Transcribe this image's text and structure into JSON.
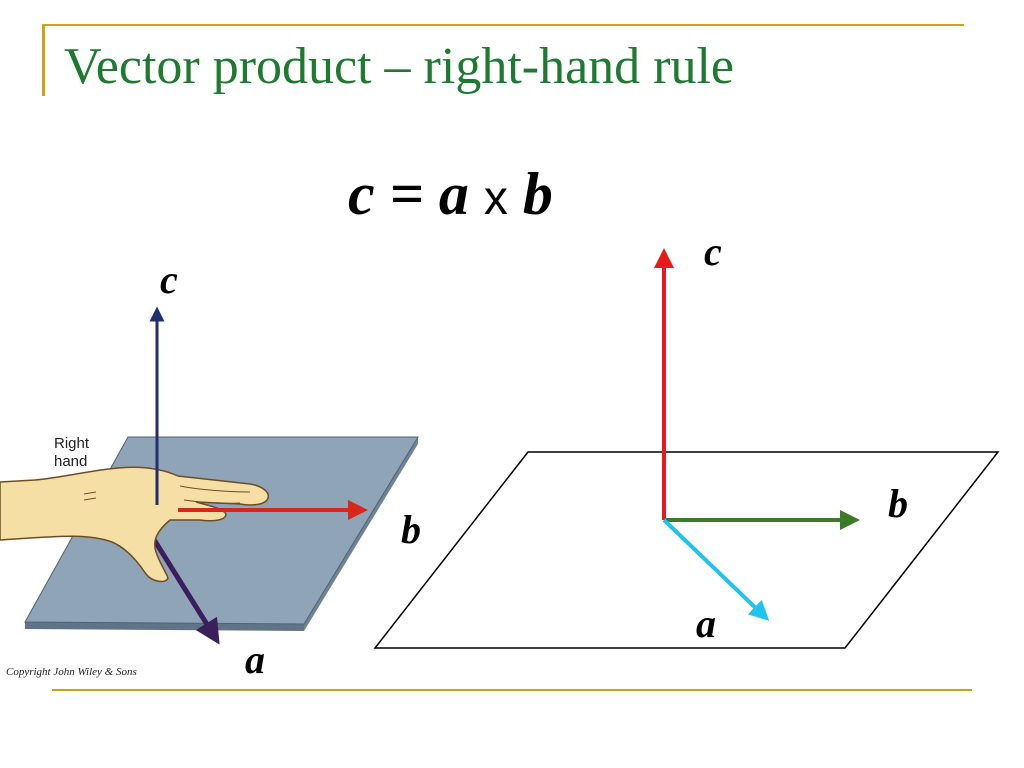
{
  "slide": {
    "title": "Vector product – right-hand rule",
    "equation": {
      "result": "c",
      "equals": "=",
      "left": "a",
      "operator": "x",
      "right": "b"
    },
    "copyright": "Copyright John Wiley & Sons"
  },
  "left_figure": {
    "hand_label": "Right hand",
    "labels": {
      "c": "c",
      "b": "b",
      "a": "a"
    }
  },
  "right_figure": {
    "labels": {
      "c": "c",
      "b": "b",
      "a": "a"
    }
  },
  "colors": {
    "accent_line": "#D4A017",
    "title_green": "#1E7A30",
    "plate_blue": "#8FA4B6",
    "vector_c_left": "#1F2F70",
    "vector_b_left": "#D8261C",
    "vector_a_left": "#3A1F5C",
    "vector_c_right": "#E81B1B",
    "vector_b_right": "#3C7A2A",
    "vector_a_right": "#1EC3F0",
    "skin": "#F6DFA4"
  }
}
